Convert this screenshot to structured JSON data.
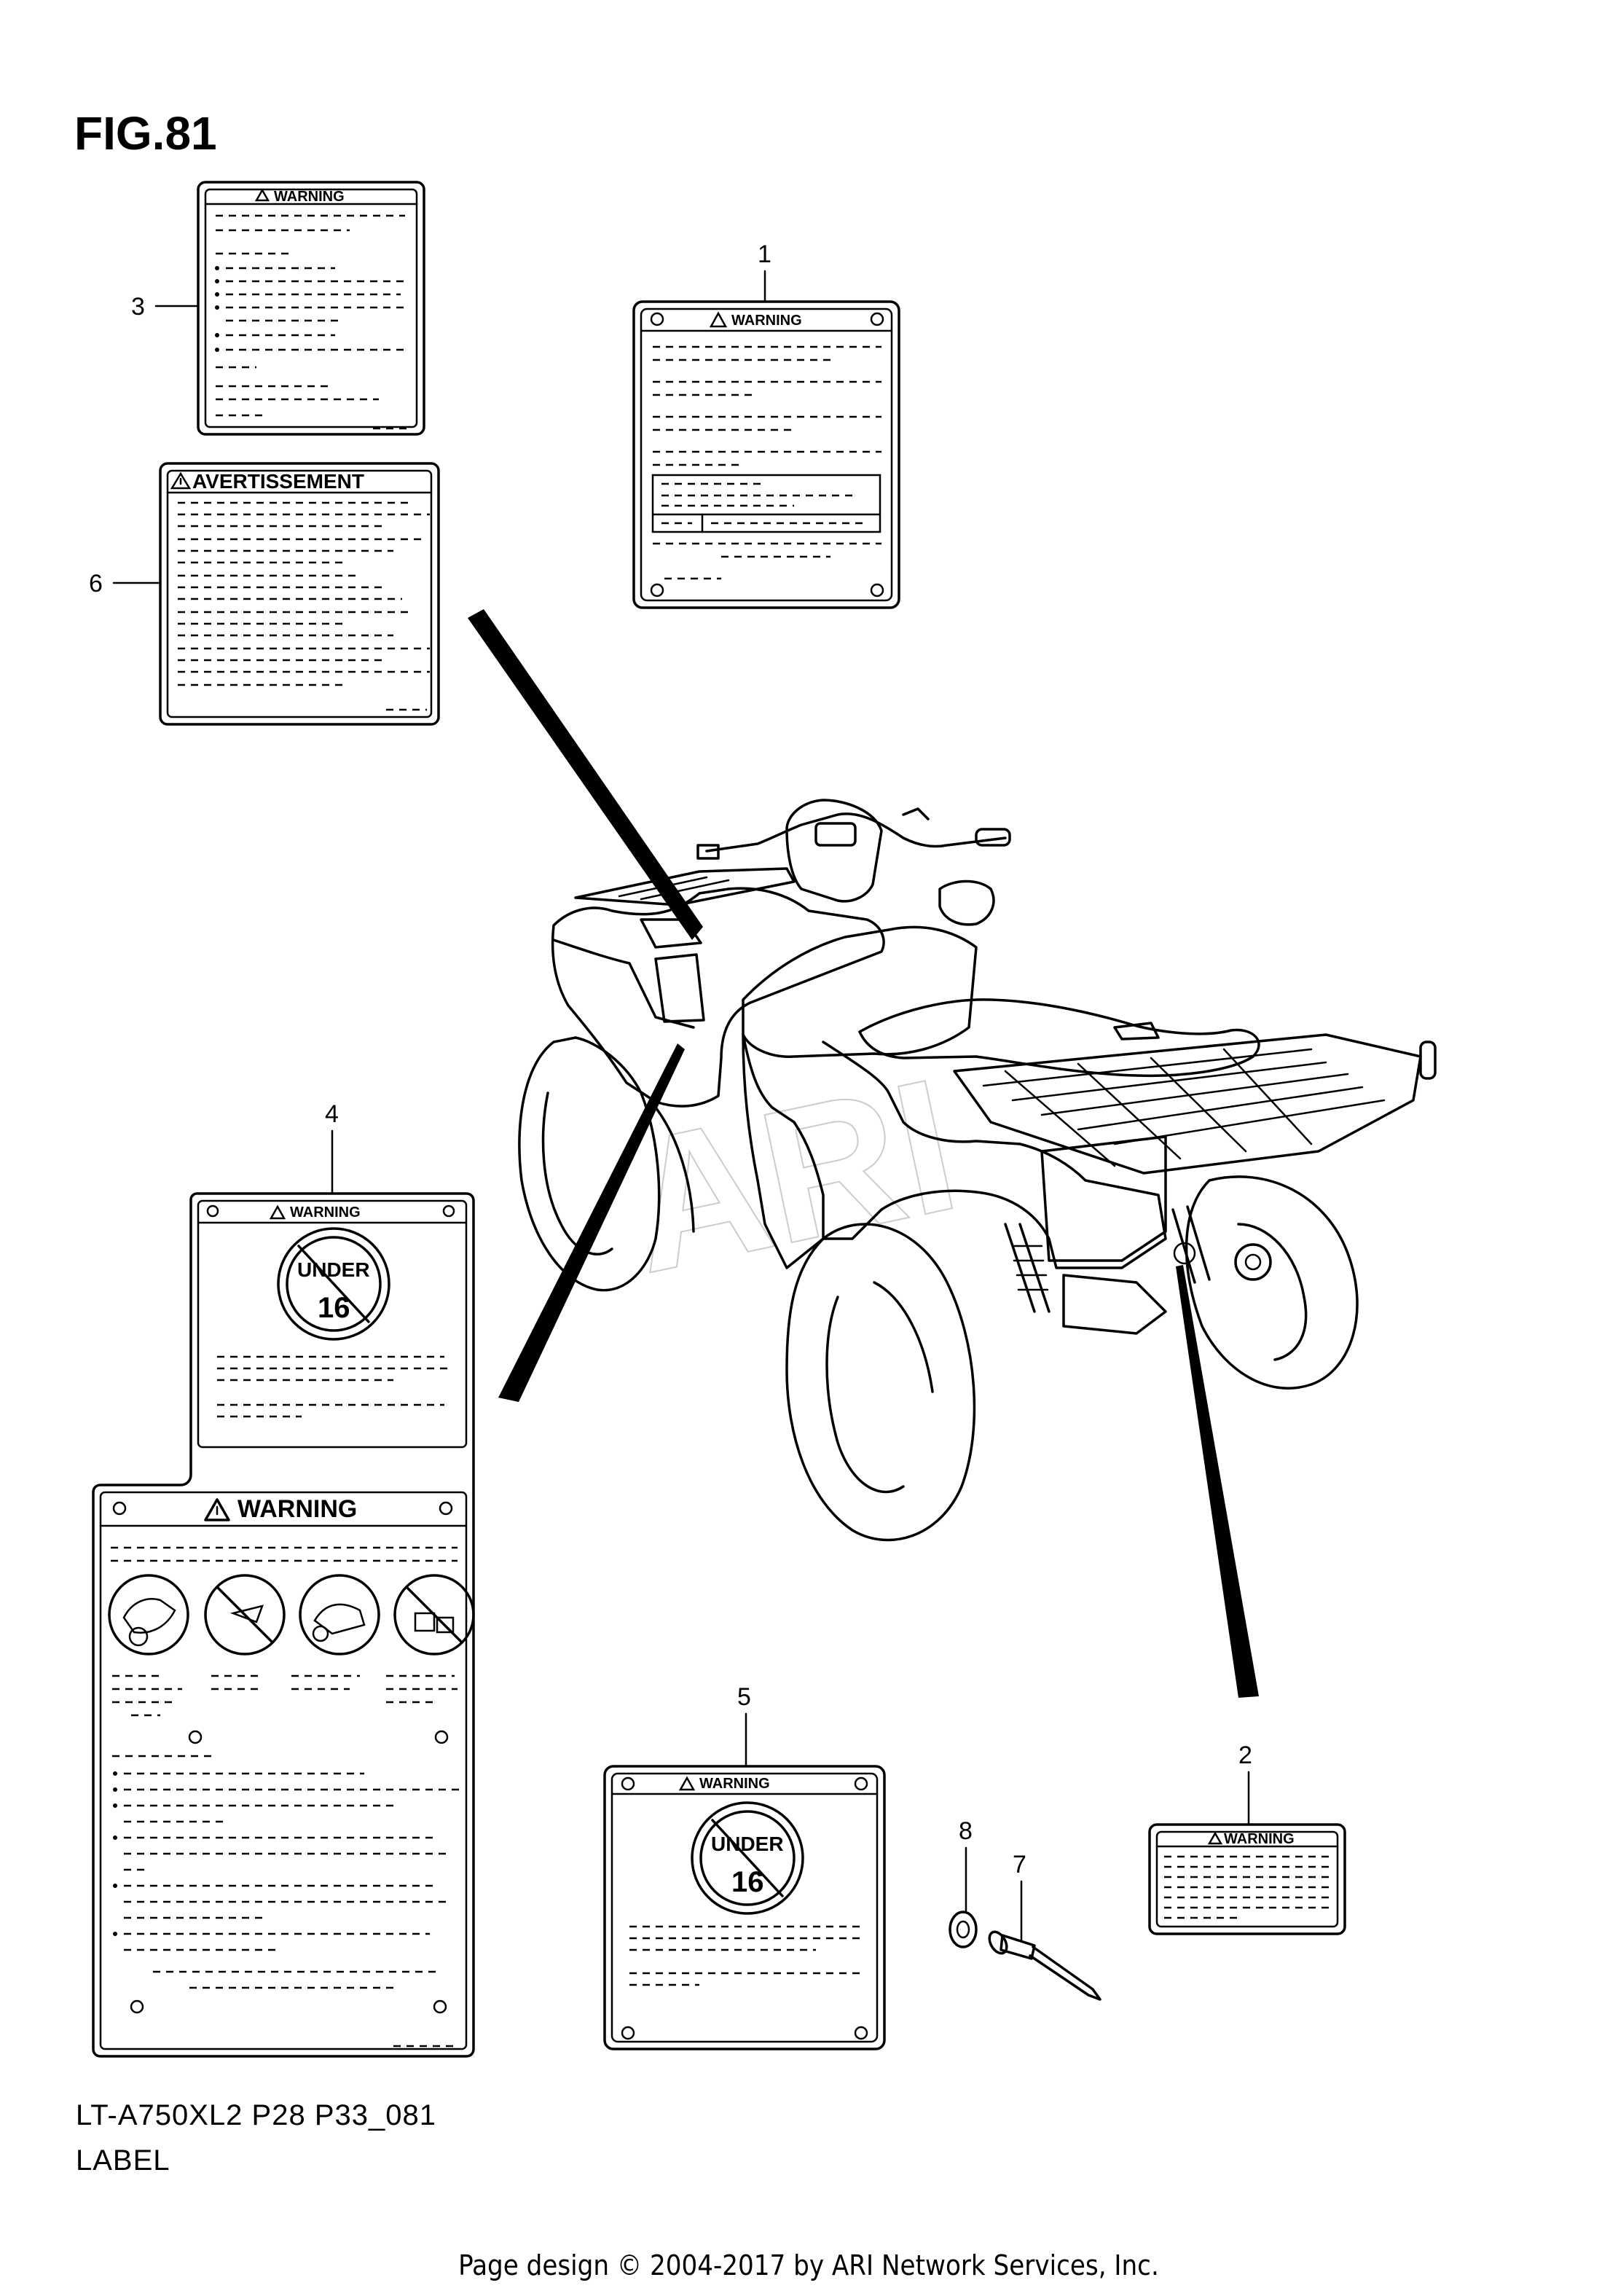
{
  "figure": {
    "title": "FIG.81",
    "model_code": "LT-A750XL2 P28 P33_081",
    "group_name": "LABEL",
    "credit": "Page design © 2004-2017 by ARI Network Services, Inc.",
    "watermark": "ARI"
  },
  "callouts": [
    "1",
    "2",
    "3",
    "4",
    "5",
    "6",
    "7",
    "8"
  ],
  "label_text": {
    "warning": "WARNING",
    "avertissement": "AVERTISSEMENT",
    "under": "UNDER",
    "age": "16"
  }
}
